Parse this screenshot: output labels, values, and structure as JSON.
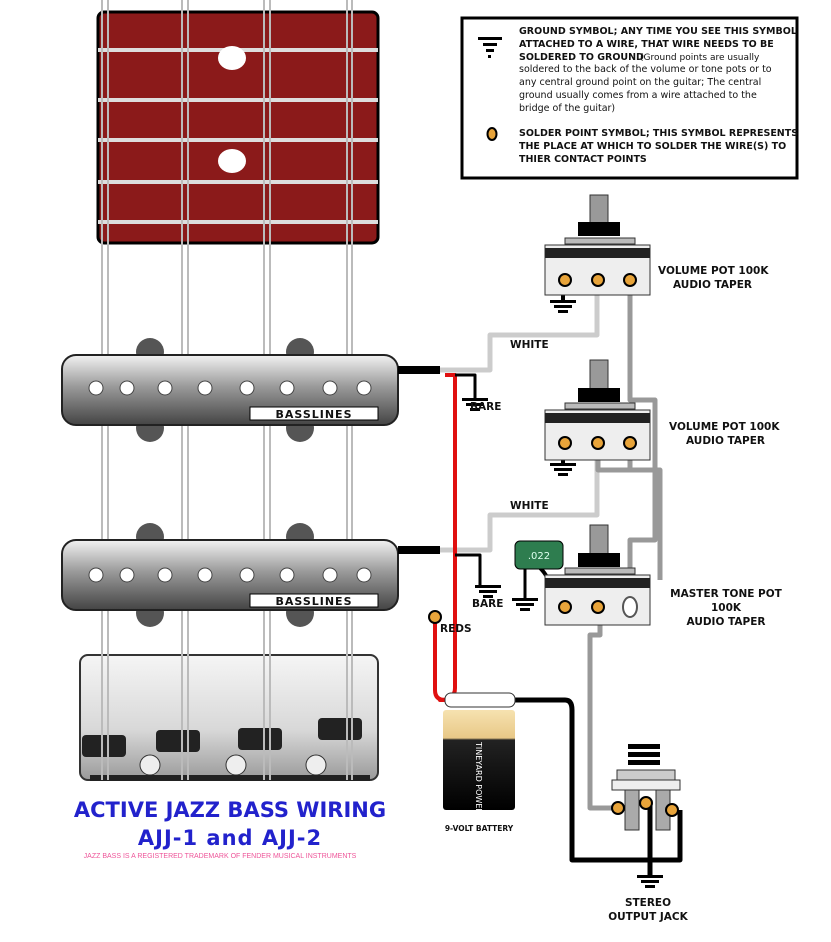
{
  "legend": {
    "ground_bold": [
      "GROUND SYMBOL; ANY TIME YOU SEE THIS SYMBOL",
      "ATTACHED TO A WIRE, THAT WIRE NEEDS TO BE",
      "SOLDERED TO GROUND"
    ],
    "ground_note": [
      "(Ground points are usually",
      "soldered to the back of the volume or tone pots or to",
      "any central ground point on the guitar; The central",
      "ground usually comes from a wire attached to the",
      "bridge of the guitar)"
    ],
    "solder_bold": [
      "SOLDER POINT SYMBOL; THIS SYMBOL REPRESENTS",
      "THE PLACE AT WHICH TO SOLDER THE WIRE(S) TO",
      "THIER CONTACT POINTS"
    ]
  },
  "pots": {
    "volume1": [
      "VOLUME POT 100K",
      "AUDIO TAPER"
    ],
    "volume2": [
      "VOLUME POT 100K",
      "AUDIO TAPER"
    ],
    "tone": [
      "MASTER TONE POT",
      "100K",
      "AUDIO TAPER"
    ]
  },
  "wires": {
    "white1": "WHITE",
    "bare1": "BARE",
    "white2": "WHITE",
    "bare2": "BARE",
    "reds": "REDS"
  },
  "pickup_brand": "BASSLINES",
  "capacitor_value": ".022",
  "battery": {
    "label": "9-VOLT BATTERY",
    "brand": "TINEYARD POWER"
  },
  "jack": [
    "STEREO",
    "OUTPUT JACK"
  ],
  "title": {
    "line1": "ACTIVE JAZZ BASS WIRING",
    "line2": "AJJ-1 and AJJ-2",
    "trademark": "JAZZ BASS IS A REGISTERED TRADEMARK OF FENDER MUSICAL INSTRUMENTS"
  },
  "colors": {
    "neck": "#8b1a1a",
    "red_wire": "#e01010",
    "white_wire": "#cccccc",
    "gray_wire": "#999999",
    "title": "#2222cc",
    "capacitor": "#2e7d4f"
  }
}
